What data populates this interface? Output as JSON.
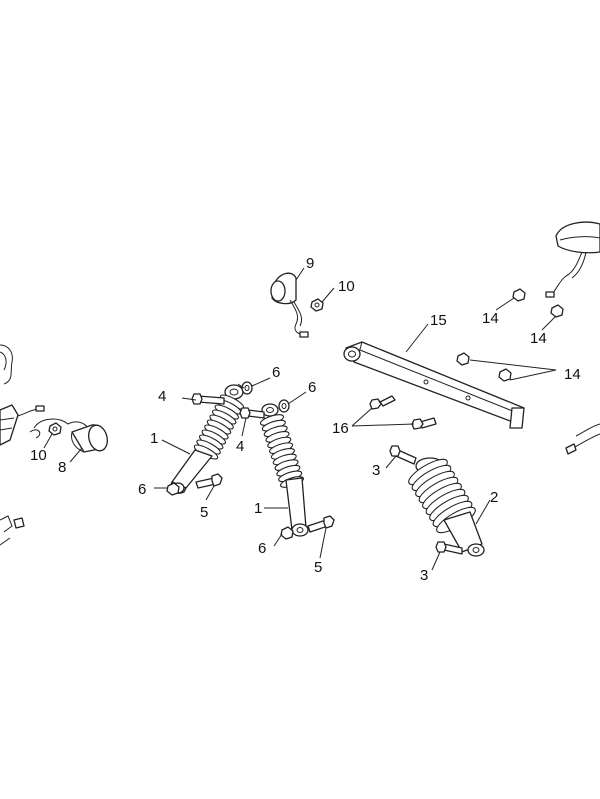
{
  "callouts": {
    "c9": "9",
    "c10a": "10",
    "c15": "15",
    "c14a": "14",
    "c14b": "14",
    "c14c": "14",
    "c6a": "6",
    "c6b": "6",
    "c4a": "4",
    "c4b": "4",
    "c1a": "1",
    "c1b": "1",
    "c6c": "6",
    "c6d": "6",
    "c5a": "5",
    "c5b": "5",
    "c16": "16",
    "c3a": "3",
    "c3b": "3",
    "c2": "2",
    "c10b": "10",
    "c8": "8"
  }
}
